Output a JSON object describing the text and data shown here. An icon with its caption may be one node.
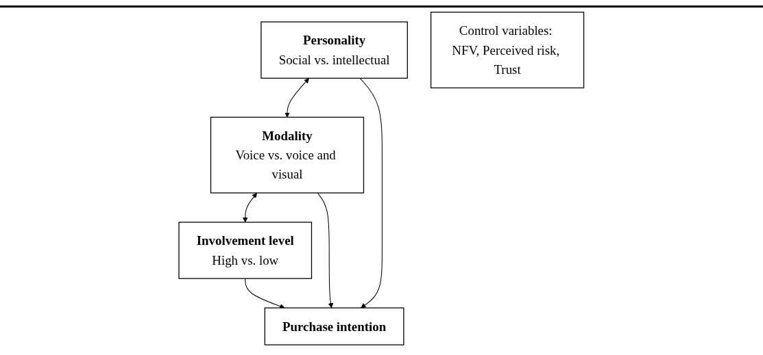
{
  "diagram": {
    "nodes": [
      {
        "text": [
          "Personality",
          "Social vs. intellectual"
        ]
      },
      {
        "text": [
          "Modality",
          "Voice vs. voice and visual"
        ]
      },
      {
        "text": [
          "Involvement level",
          "High vs. low"
        ]
      },
      {
        "text": [
          "Purchase intention"
        ]
      },
      {
        "text": [
          "Control variables: NFV, Perceived risk, Trust"
        ]
      }
    ],
    "edges": [
      {
        "from": 0,
        "to": 1,
        "arrow": "both"
      },
      {
        "from": 1,
        "to": 2,
        "arrow": "both"
      },
      {
        "from": 1,
        "to": 3,
        "arrow": "to"
      },
      {
        "from": 0,
        "to": 3,
        "arrow": "to"
      },
      {
        "from": 2,
        "to": 3,
        "arrow": "to"
      }
    ]
  }
}
